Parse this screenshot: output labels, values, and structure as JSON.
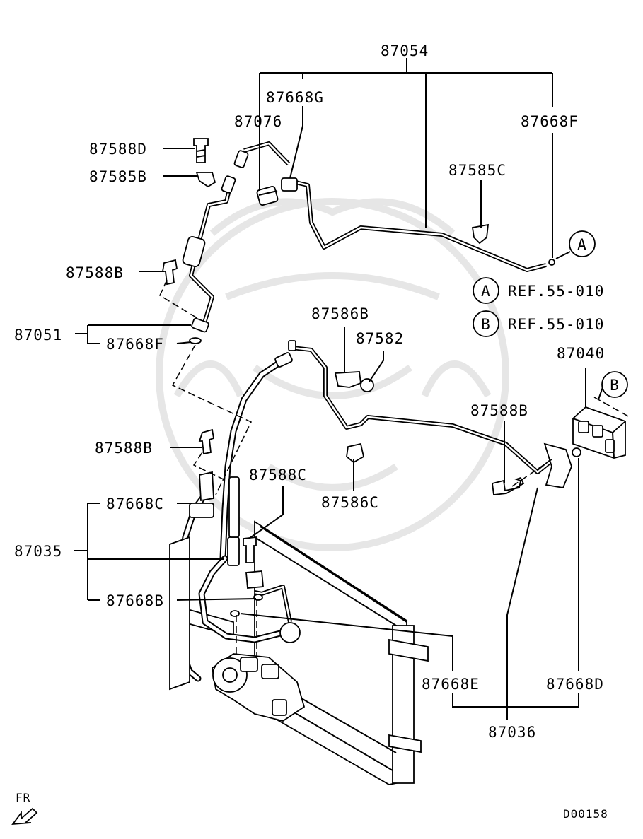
{
  "labels": {
    "l87054": "87054",
    "l87668G": "87668G",
    "l87076": "87076",
    "l87668F_top": "87668F",
    "l87588D": "87588D",
    "l87585B": "87585B",
    "l87585C": "87585C",
    "l87588B_top": "87588B",
    "l87051": "87051",
    "l87668F_mid": "87668F",
    "l87586B": "87586B",
    "l87582": "87582",
    "l87040": "87040",
    "l87588B_right": "87588B",
    "l87588B_left": "87588B",
    "l87588C": "87588C",
    "l87586C": "87586C",
    "l87668C": "87668C",
    "l87035": "87035",
    "l87668B": "87668B",
    "l87668E": "87668E",
    "l87668D": "87668D",
    "l87036": "87036"
  },
  "refs": {
    "a_letter": "A",
    "a_text": "REF.55-010",
    "b_letter": "B",
    "b_text": "REF.55-010",
    "a_marker": "A",
    "b_marker": "B"
  },
  "footer": {
    "direction": "FR",
    "diagram_code": "D00158"
  }
}
